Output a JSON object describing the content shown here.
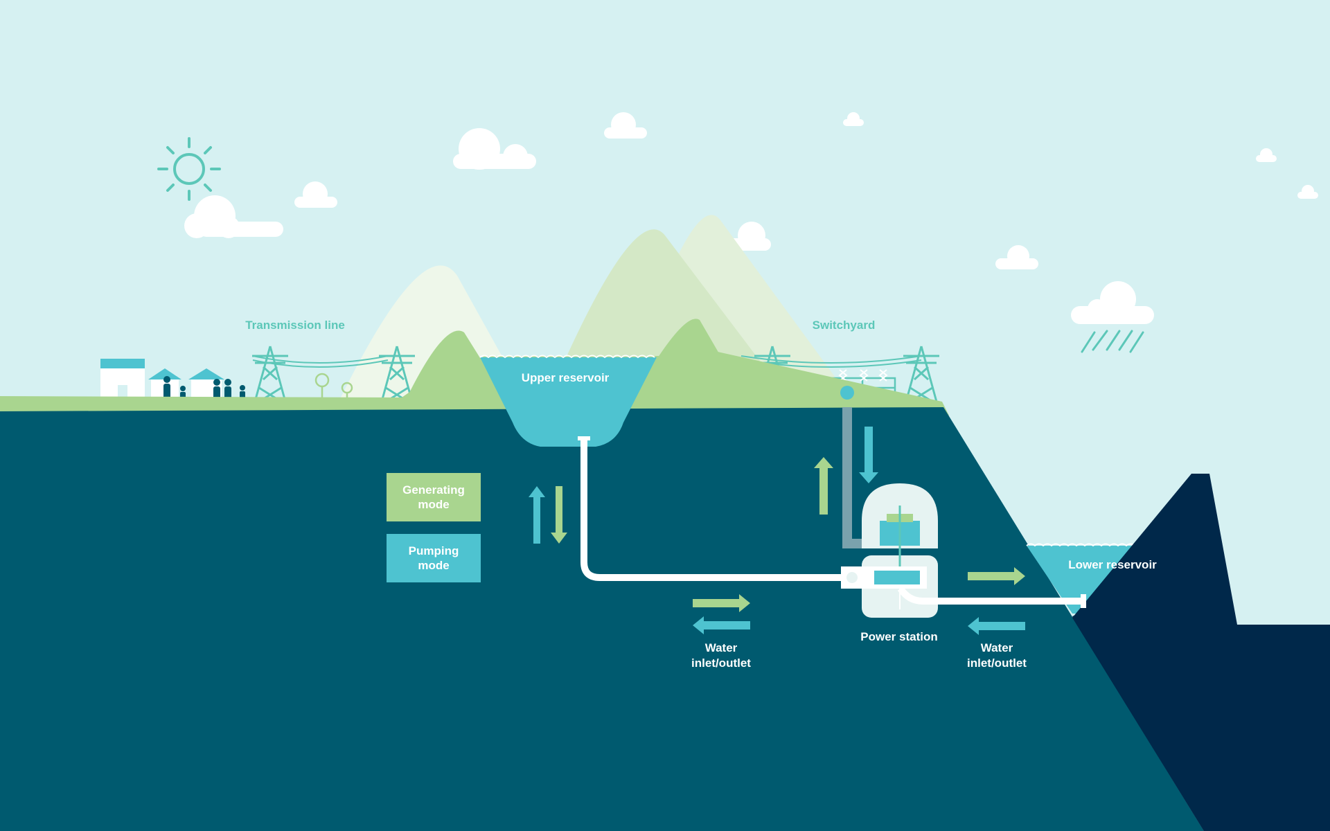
{
  "labels": {
    "transmission_line": "Transmission line",
    "upper_reservoir": "Upper reservoir",
    "switchyard": "Switchyard",
    "lower_reservoir": "Lower reservoir",
    "power_station": "Power station",
    "water_inlet_outlet_1_line1": "Water",
    "water_inlet_outlet_1_line2": "inlet/outlet",
    "water_inlet_outlet_2_line1": "Water",
    "water_inlet_outlet_2_line2": "inlet/outlet"
  },
  "legend": {
    "generating_line1": "Generating",
    "generating_line2": "mode",
    "pumping_line1": "Pumping",
    "pumping_line2": "mode"
  },
  "colors": {
    "sky": "#d6f1f2",
    "ground": "#005a6f",
    "grass": "#a9d58f",
    "water": "#4ec3d0",
    "generating_mode": "#a9d58f",
    "pumping_mode": "#4ec3d0",
    "dam": "#00284a",
    "pipe": "#ffffff"
  }
}
